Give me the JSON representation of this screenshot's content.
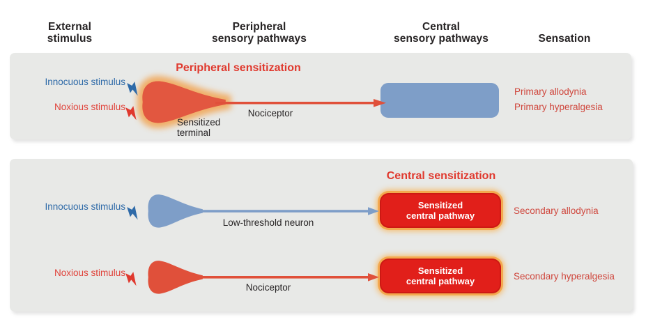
{
  "header": {
    "columns": [
      {
        "line1": "External",
        "line2": "stimulus"
      },
      {
        "line1": "Peripheral",
        "line2": "sensory pathways"
      },
      {
        "line1": "Central",
        "line2": "sensory pathways"
      },
      {
        "line1": "Sensation"
      }
    ]
  },
  "panel_peripheral": {
    "title": "Peripheral sensitization",
    "stimuli": [
      {
        "label": "Innocuous stimulus",
        "type": "innocuous"
      },
      {
        "label": "Noxious stimulus",
        "type": "noxious"
      }
    ],
    "neuron_axon_label": "Nociceptor",
    "terminal_caption": {
      "line1": "Sensitized",
      "line2": "terminal"
    },
    "outcomes": [
      "Primary allodynia",
      "Primary hyperalgesia"
    ]
  },
  "panel_central": {
    "title": "Central sensitization",
    "rows": [
      {
        "stimulus": "Innocuous stimulus",
        "axon_label": "Low-threshold neuron",
        "box": {
          "line1": "Sensitized",
          "line2": "central pathway"
        },
        "outcome": "Secondary allodynia"
      },
      {
        "stimulus": "Noxious stimulus",
        "axon_label": "Nociceptor",
        "box": {
          "line1": "Sensitized",
          "line2": "central pathway"
        },
        "outcome": "Secondary hyperalgesia"
      }
    ]
  },
  "colors": {
    "panel_gray": "#e8e9e7",
    "red_accent": "#e0392e",
    "blue_text": "#2e6aa8",
    "steel_blue": "#7e9ec8",
    "neuron_red": "#e25740",
    "axon_red": "#e0503a",
    "box_red": "#e11f1a",
    "glow_orange": "#f2a04a",
    "outcome_red": "#cf463c",
    "header_text": "#262324"
  }
}
